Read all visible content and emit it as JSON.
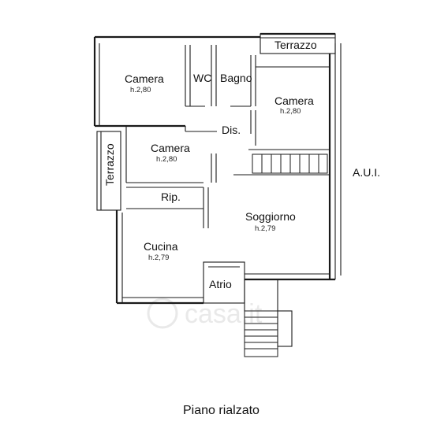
{
  "plan": {
    "rooms": [
      {
        "name": "Camera",
        "height": "h.2,80"
      },
      {
        "name": "WC",
        "height": ""
      },
      {
        "name": "Bagno",
        "height": ""
      },
      {
        "name": "Terrazzo",
        "height": ""
      },
      {
        "name": "Camera",
        "height": "h.2,80"
      },
      {
        "name": "Dis.",
        "height": ""
      },
      {
        "name": "Camera",
        "height": "h.2,80"
      },
      {
        "name": "Terrazzo",
        "height": ""
      },
      {
        "name": "Rip.",
        "height": ""
      },
      {
        "name": "Soggiorno",
        "height": "h.2,79"
      },
      {
        "name": "Cucina",
        "height": "h.2,79"
      },
      {
        "name": "Atrio",
        "height": ""
      }
    ],
    "neighbor_label": "A.U.I.",
    "floor_caption": "Piano rialzato",
    "watermark": "casa.it"
  }
}
